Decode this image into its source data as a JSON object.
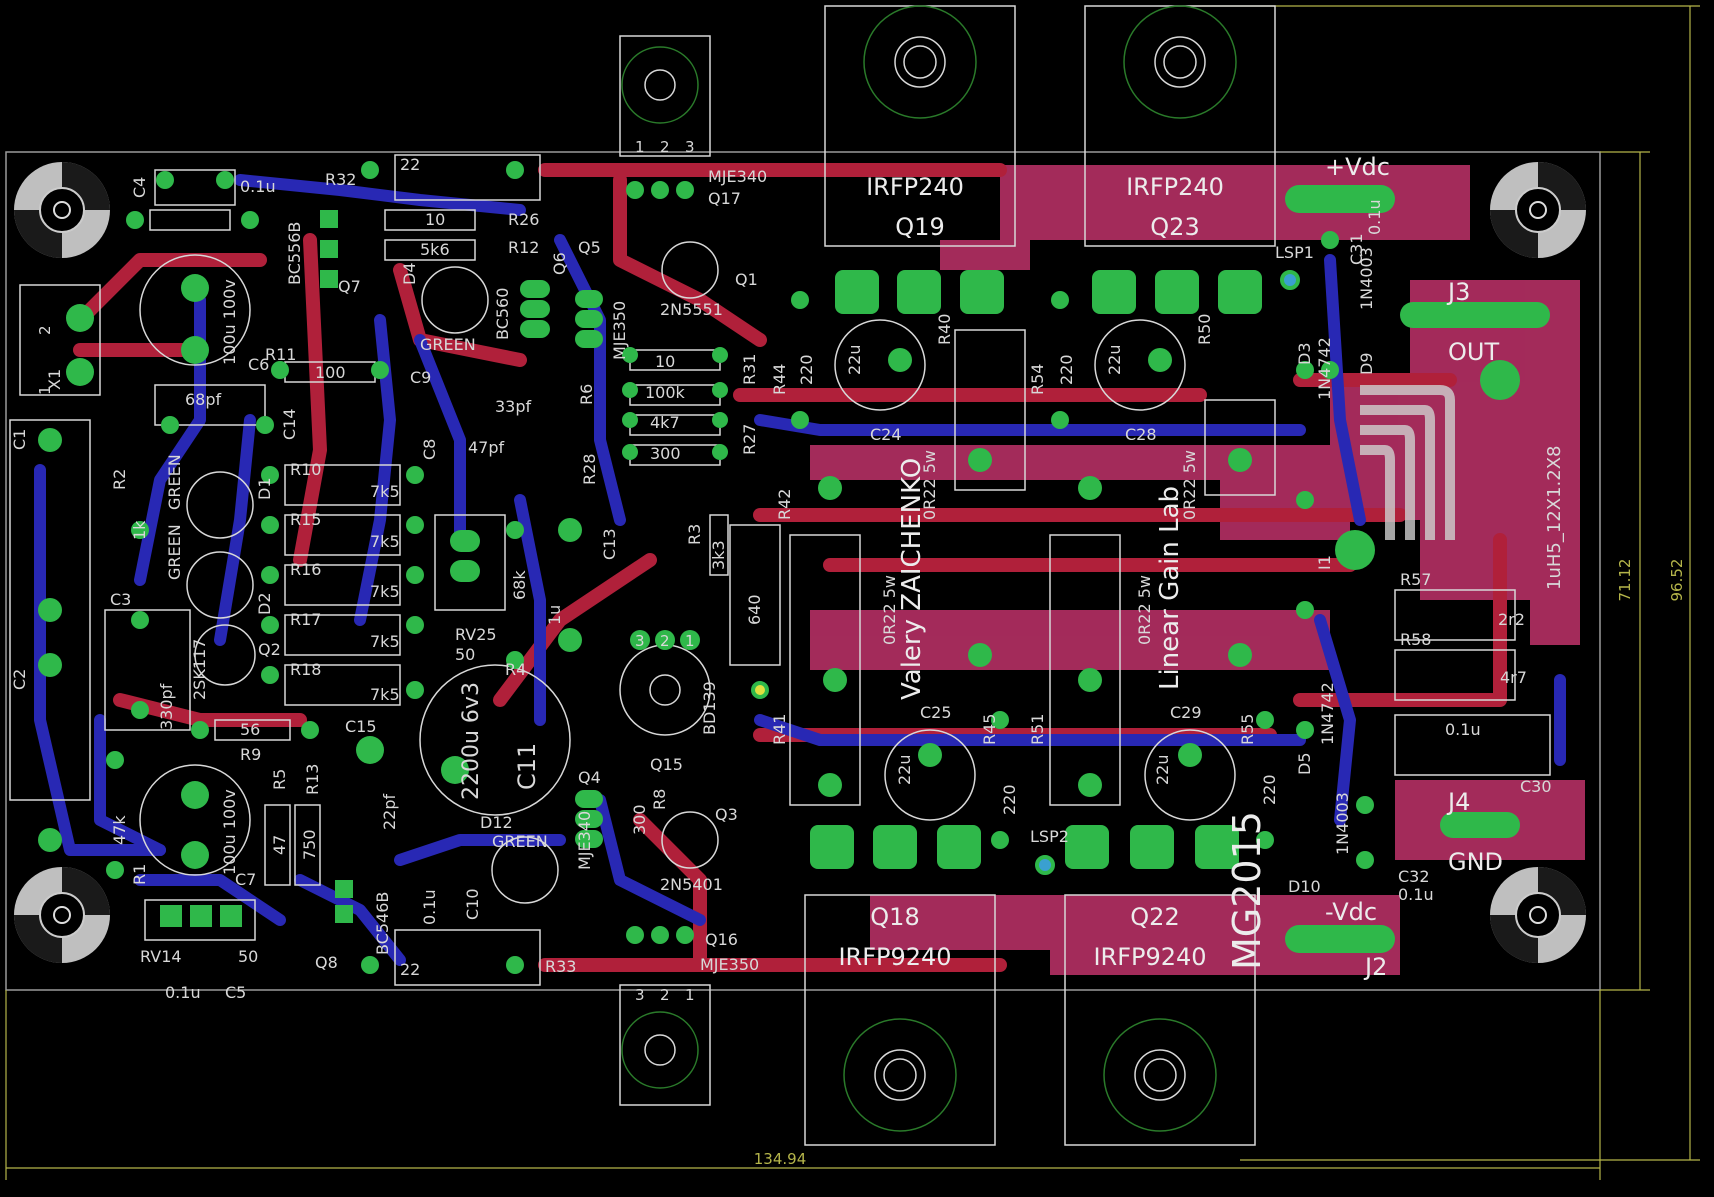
{
  "colors": {
    "background": "#000000",
    "top_copper": "#b0203a",
    "bottom_copper": "#2828b4",
    "pad": "#2fb84a",
    "silkscreen": "#d8d8d8",
    "dimension": "#b5b54a",
    "polygon": "#c0326a"
  },
  "dimensions": {
    "width": "134.94",
    "height_inner": "71.12",
    "height_outer": "96.52"
  },
  "board": {
    "designer": "Valery ZAICHENKO",
    "company": "Linear Gain Lab",
    "model": "MG2015"
  },
  "connectors": {
    "vdc_plus": "+Vdc",
    "vdc_minus": "-Vdc",
    "out": "OUT",
    "gnd": "GND",
    "j2": "J2",
    "j3": "J3",
    "j4": "J4",
    "x1": "X1",
    "lsp1": "LSP1",
    "lsp2": "LSP2"
  },
  "power_transistors": [
    {
      "ref": "Q19",
      "part": "IRFP240"
    },
    {
      "ref": "Q23",
      "part": "IRFP240"
    },
    {
      "ref": "Q18",
      "part": "IRFP9240"
    },
    {
      "ref": "Q22",
      "part": "IRFP9240"
    }
  ],
  "driver_transistors": [
    {
      "ref": "Q17",
      "part": "MJE340"
    },
    {
      "ref": "Q16",
      "part": "MJE350"
    },
    {
      "ref": "Q15",
      "part": "BD139"
    },
    {
      "ref": "Q1",
      "part": "2N5551"
    },
    {
      "ref": "Q3",
      "part": "2N5401"
    },
    {
      "ref": "Q5",
      "part": "MJE350"
    },
    {
      "ref": "Q4",
      "part": "MJE340"
    },
    {
      "ref": "Q6",
      "part": "BC560"
    },
    {
      "ref": "Q7",
      "part": "BC556B"
    },
    {
      "ref": "Q8",
      "part": "BC546B"
    },
    {
      "ref": "Q2",
      "part": "2SK117"
    }
  ],
  "resistors": [
    {
      "ref": "R32",
      "value": "22"
    },
    {
      "ref": "R33",
      "value": "22"
    },
    {
      "ref": "R26",
      "value": "10"
    },
    {
      "ref": "R12",
      "value": "5k6"
    },
    {
      "ref": "R11",
      "value": "100"
    },
    {
      "ref": "R6",
      "value": "100k"
    },
    {
      "ref": "R27",
      "value": "4k7"
    },
    {
      "ref": "R28",
      "value": "300"
    },
    {
      "ref": "R31",
      "value": "10"
    },
    {
      "ref": "R10",
      "value": "7k5"
    },
    {
      "ref": "R15",
      "value": "7k5"
    },
    {
      "ref": "R16",
      "value": "7k5"
    },
    {
      "ref": "R17",
      "value": "7k5"
    },
    {
      "ref": "R18",
      "value": "7k5"
    },
    {
      "ref": "R2",
      "value": "1k"
    },
    {
      "ref": "R1",
      "value": "47k"
    },
    {
      "ref": "R9",
      "value": "56"
    },
    {
      "ref": "R5",
      "value": "47"
    },
    {
      "ref": "R13",
      "value": "750"
    },
    {
      "ref": "R4",
      "value": "68k"
    },
    {
      "ref": "R3",
      "value": "3k3"
    },
    {
      "ref": "R8",
      "value": "300"
    },
    {
      "ref": "R44",
      "value": "220"
    },
    {
      "ref": "R54",
      "value": "220"
    },
    {
      "ref": "R45",
      "value": "220"
    },
    {
      "ref": "R55",
      "value": "220"
    },
    {
      "ref": "R40",
      "value": "0R22 5w"
    },
    {
      "ref": "R50",
      "value": "0R22 5w"
    },
    {
      "ref": "R41",
      "value": "0R22 5w"
    },
    {
      "ref": "R51",
      "value": "0R22 5w"
    },
    {
      "ref": "R42",
      "value": "640"
    },
    {
      "ref": "R57",
      "value": "2r2"
    },
    {
      "ref": "R58",
      "value": "4r7"
    },
    {
      "ref": "RV25",
      "value": "50"
    },
    {
      "ref": "RV14",
      "value": "50"
    }
  ],
  "capacitors": [
    {
      "ref": "C4",
      "value": "0.1u"
    },
    {
      "ref": "C5",
      "value": "0.1u"
    },
    {
      "ref": "C6",
      "value": "100u 100v"
    },
    {
      "ref": "C7",
      "value": "100u 100v"
    },
    {
      "ref": "C14",
      "value": "68pf"
    },
    {
      "ref": "C3",
      "value": "330pf"
    },
    {
      "ref": "C9",
      "value": "33pf"
    },
    {
      "ref": "C8",
      "value": "47pf"
    },
    {
      "ref": "C13",
      "value": "1u"
    },
    {
      "ref": "C11",
      "value": "2200u 6v3"
    },
    {
      "ref": "C15",
      "value": "22pf"
    },
    {
      "ref": "C10",
      "value": "0.1u"
    },
    {
      "ref": "C24",
      "value": "22u"
    },
    {
      "ref": "C28",
      "value": "22u"
    },
    {
      "ref": "C25",
      "value": "22u"
    },
    {
      "ref": "C29",
      "value": "22u"
    },
    {
      "ref": "C30",
      "value": "0.1u"
    },
    {
      "ref": "C31",
      "value": "0.1u"
    },
    {
      "ref": "C32",
      "value": "0.1u"
    },
    {
      "ref": "C1",
      "value": ""
    },
    {
      "ref": "C2",
      "value": ""
    }
  ],
  "diodes": [
    {
      "ref": "D1",
      "value": "GREEN"
    },
    {
      "ref": "D2",
      "value": "GREEN"
    },
    {
      "ref": "D4",
      "value": "GREEN"
    },
    {
      "ref": "D12",
      "value": "GREEN"
    },
    {
      "ref": "D3",
      "value": "1N4742"
    },
    {
      "ref": "D5",
      "value": "1N4742"
    },
    {
      "ref": "D9",
      "value": "1N4003"
    },
    {
      "ref": "D10",
      "value": "1N4003"
    }
  ],
  "inductor": {
    "ref": "I1",
    "value": "1uH5_12X1.2X8"
  },
  "pin_labels": [
    "1",
    "2",
    "3"
  ]
}
